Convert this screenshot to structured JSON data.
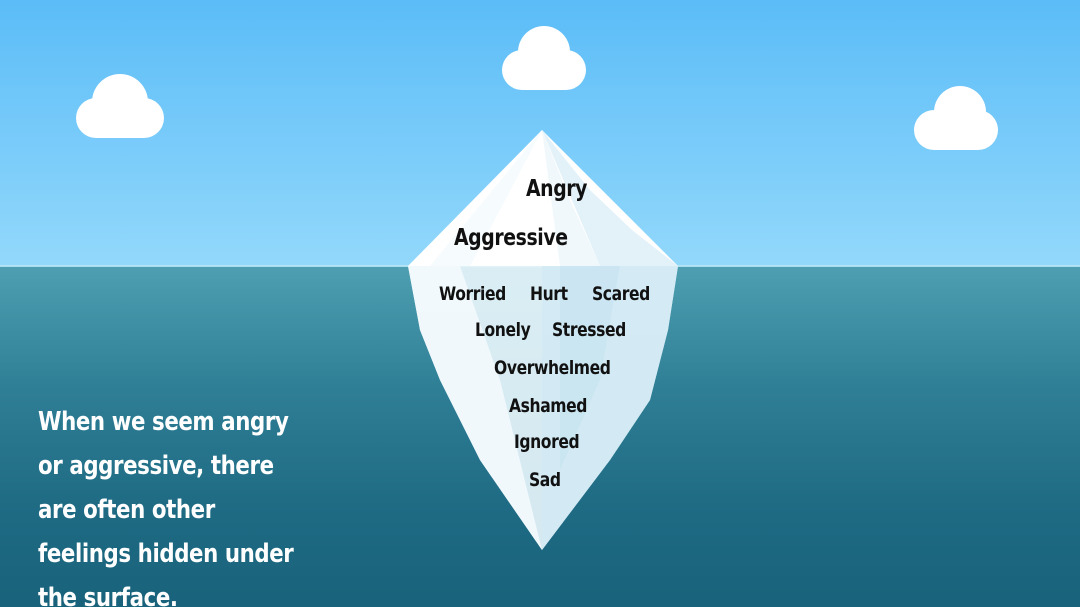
{
  "colors": {
    "sky": "#5bbcf7",
    "water": "#2f7f96",
    "ice": "#ffffff",
    "ice_shadow": "#cfe9f4",
    "text_dark": "#111111",
    "text_light": "#ffffff"
  },
  "iceberg": {
    "above_surface": [
      "Angry",
      "Aggressive"
    ],
    "below_surface": [
      "Worried",
      "Hurt",
      "Scared",
      "Lonely",
      "Stressed",
      "Overwhelmed",
      "Ashamed",
      "Ignored",
      "Sad"
    ]
  },
  "caption": "When we seem angry or aggressive, there are often other feelings hidden under the surface."
}
